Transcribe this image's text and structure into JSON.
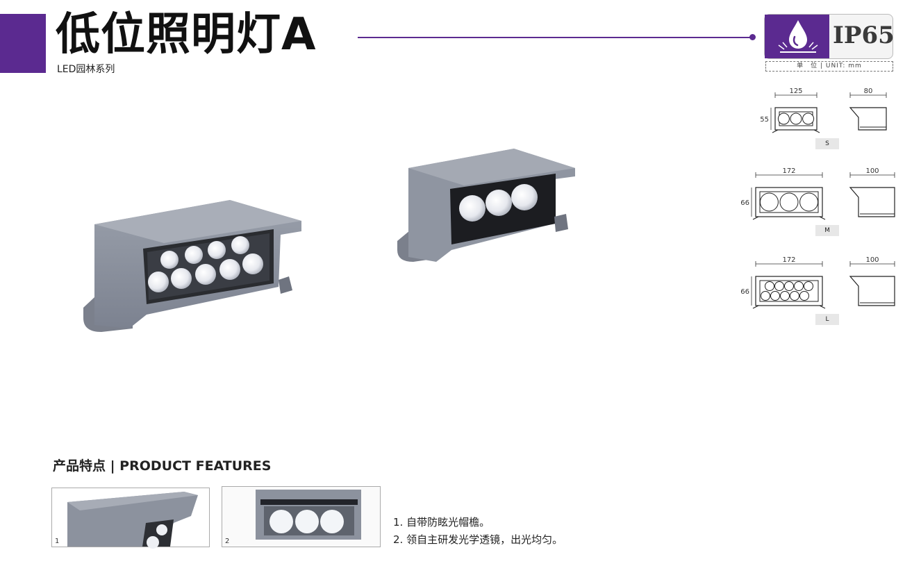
{
  "header": {
    "title": "低位照明灯A",
    "subtitle": "LED园林系列",
    "ip_rating": "IP65",
    "unit_label": "单　位 | UNIT: mm",
    "accent_color": "#5b2a90"
  },
  "dimensions": [
    {
      "size": "S",
      "width": "125",
      "height": "55",
      "depth": "80",
      "lens_count": 3
    },
    {
      "size": "M",
      "width": "172",
      "height": "66",
      "depth": "100",
      "lens_count": 3
    },
    {
      "size": "L",
      "width": "172",
      "height": "66",
      "depth": "100",
      "lens_count": 10
    }
  ],
  "features": {
    "title": "产品特点 | PRODUCT FEATURES",
    "thumbs": [
      {
        "number": "1"
      },
      {
        "number": "2"
      }
    ],
    "items": [
      "1. 自带防眩光帽檐。",
      "2. 领自主研发光学透镜，出光均匀。"
    ]
  }
}
